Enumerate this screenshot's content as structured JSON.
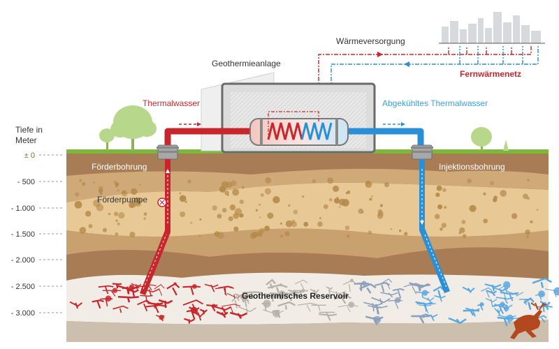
{
  "depth_axis": {
    "title_line1": "Tiefe in",
    "title_line2": "Meter",
    "ticks": [
      "± 0",
      "- 500",
      "- 1.000",
      "- 1.500",
      "- 2.000",
      "- 2.500",
      "- 3.000"
    ]
  },
  "labels": {
    "plant": "Geothermieanlage",
    "heat_supply": "Wärmeversorgung",
    "district_heating": "Fernwärmenetz",
    "thermal_water": "Thermalwasser",
    "cooled_water": "Abgekühltes Thermalwasser",
    "production_well": "Förderbohrung",
    "injection_well": "Injektionsbohrung",
    "pump": "Förderpumpe",
    "reservoir": "Geothermisches Reservoir"
  },
  "colors": {
    "hot": "#c8262c",
    "cold": "#2a8fd6",
    "sky_text": "#3aa0dc",
    "red_text": "#c8262c",
    "topsoil": "#a87c55",
    "sand": "#e8c995",
    "clay": "#c9a16e",
    "reservoir": "#f1ede6",
    "grass": "#7db83a",
    "depth_green": "#4d8a2a"
  }
}
